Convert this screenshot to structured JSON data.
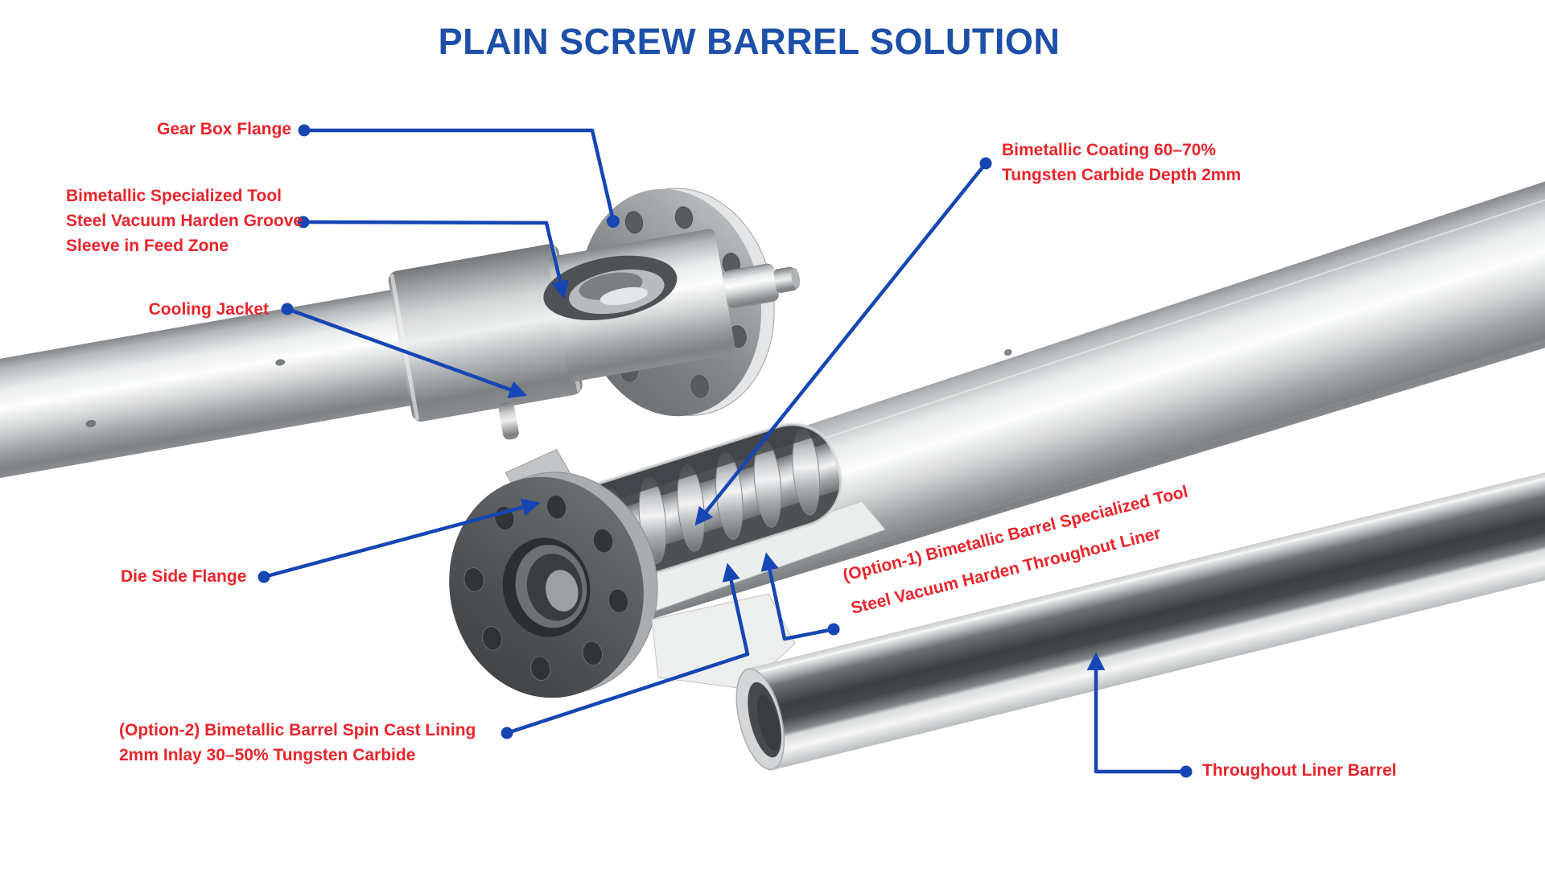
{
  "title": "PLAIN SCREW BARREL SOLUTION",
  "labels": {
    "gear_box_flange": "Gear Box Flange",
    "feed_sleeve_1": "Bimetallic Specialized Tool",
    "feed_sleeve_2": "Steel Vacuum Harden Groove",
    "feed_sleeve_3": "Sleeve in Feed Zone",
    "cooling_jacket": "Cooling Jacket",
    "coating_1": "Bimetallic Coating 60–70%",
    "coating_2": "Tungsten Carbide Depth 2mm",
    "die_side_flange": "Die Side Flange",
    "option1_1": "(Option-1) Bimetallic Barrel Specialized Tool",
    "option1_2": "Steel Vacuum Harden Throughout Liner",
    "option2_1": "(Option-2) Bimetallic Barrel Spin Cast Lining",
    "option2_2": "2mm Inlay 30–50% Tungsten Carbide",
    "throughout_liner": "Throughout Liner Barrel"
  },
  "colors": {
    "label_red": "#e9242b",
    "title_blue": "#1d4fa8",
    "connector_blue": "#1646b4"
  }
}
